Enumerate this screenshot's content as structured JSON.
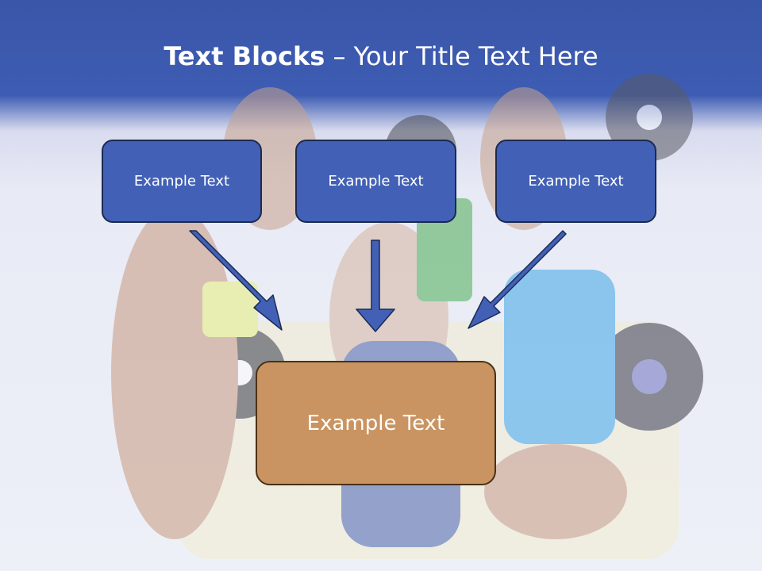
{
  "slide": {
    "title_bold": "Text Blocks",
    "title_dash": " – ",
    "title_rest": "Your Title Text Here"
  },
  "blocks": {
    "top_left": "Example Text",
    "top_center": "Example Text",
    "top_right": "Example Text",
    "bottom": "Example Text"
  },
  "colors": {
    "header": "#3d5cb3",
    "box_blue": "#4261b6",
    "box_orange": "#c99461",
    "arrow": "#4261b6",
    "arrow_stroke": "#1b2a52"
  }
}
